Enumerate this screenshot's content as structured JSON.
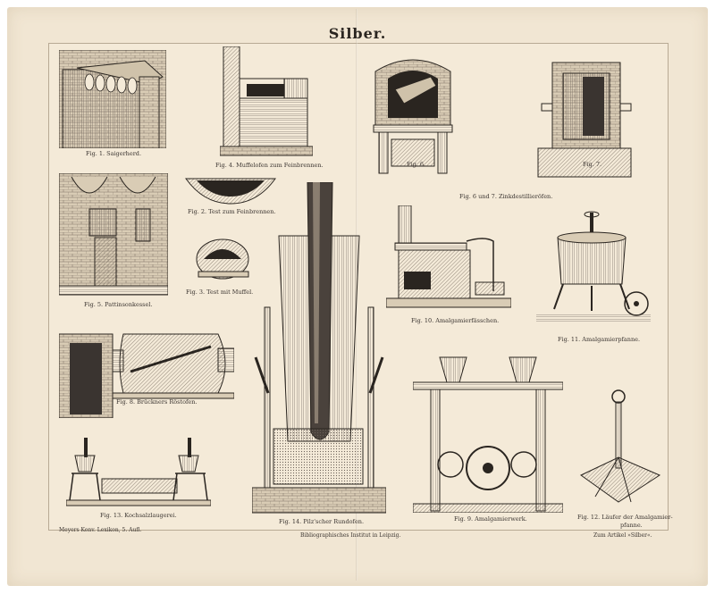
{
  "title": "Silber.",
  "captions": {
    "fig1": "Fig. 1. Saigerherd.",
    "fig2": "Fig. 2. Test zum Feinbrennen.",
    "fig3": "Fig. 3. Test mit Muffel.",
    "fig4": "Fig. 4. Muffelofen zum Feinbrennen.",
    "fig5": "Fig. 5. Pattinsonkessel.",
    "fig6": "Fig. 6.",
    "fig7": "Fig. 7.",
    "fig67": "Fig. 6 und 7. Zinkdestillieröfen.",
    "fig8": "Fig. 8. Brückners Röstofen.",
    "fig9": "Fig. 9. Amalgamierwerk.",
    "fig10": "Fig. 10. Amalgamierfässchen.",
    "fig11": "Fig. 11. Amalgamierpfanne.",
    "fig12a": "Fig. 12. Läufer der Amalgamier-",
    "fig12b": "pfanne.",
    "fig13": "Fig. 13. Kochsalzlaugerei.",
    "fig14": "Fig. 14. Pilz'scher Rundofen."
  },
  "footer": {
    "left": "Meyers Konv. Lexikon, 5. Aufl.",
    "center": "Bibliographisches Institut in Leipzig.",
    "right": "Zum Artikel »Silber«."
  },
  "colors": {
    "paper": "#f1e6d3",
    "ink": "#2a2520",
    "hatch": "#6a6058",
    "dark": "#1e1a17"
  }
}
